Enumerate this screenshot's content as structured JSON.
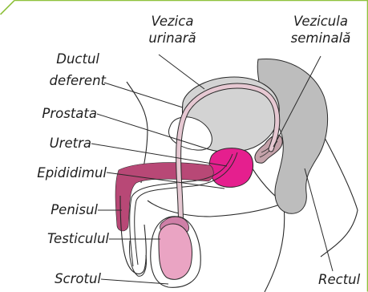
{
  "colors": {
    "frame": "#8fc23d",
    "skin_outline": "#2a2a2a",
    "bladder": "#d3d3d3",
    "rectum": "#bdbdbd",
    "prostate": "#e51f8e",
    "seminal_vesicle": "#c4a2aa",
    "vas_deferens": "#e6c8d2",
    "corpus": "#b84876",
    "testis": "#eaa4c3",
    "epididymis": "#cf7fa7"
  },
  "labels": {
    "vezica_1": "Vezica",
    "vezica_2": "urinară",
    "vezicula_1": "Vezicula",
    "vezicula_2": "seminală",
    "ductul_1": "Ductul",
    "ductul_2": "deferent",
    "prostata": "Prostata",
    "uretra": "Uretra",
    "epididimul": "Epididimul",
    "penisul": "Penisul",
    "testiculul": "Testiculul",
    "scrotul": "Scrotul",
    "rectul": "Rectul"
  }
}
